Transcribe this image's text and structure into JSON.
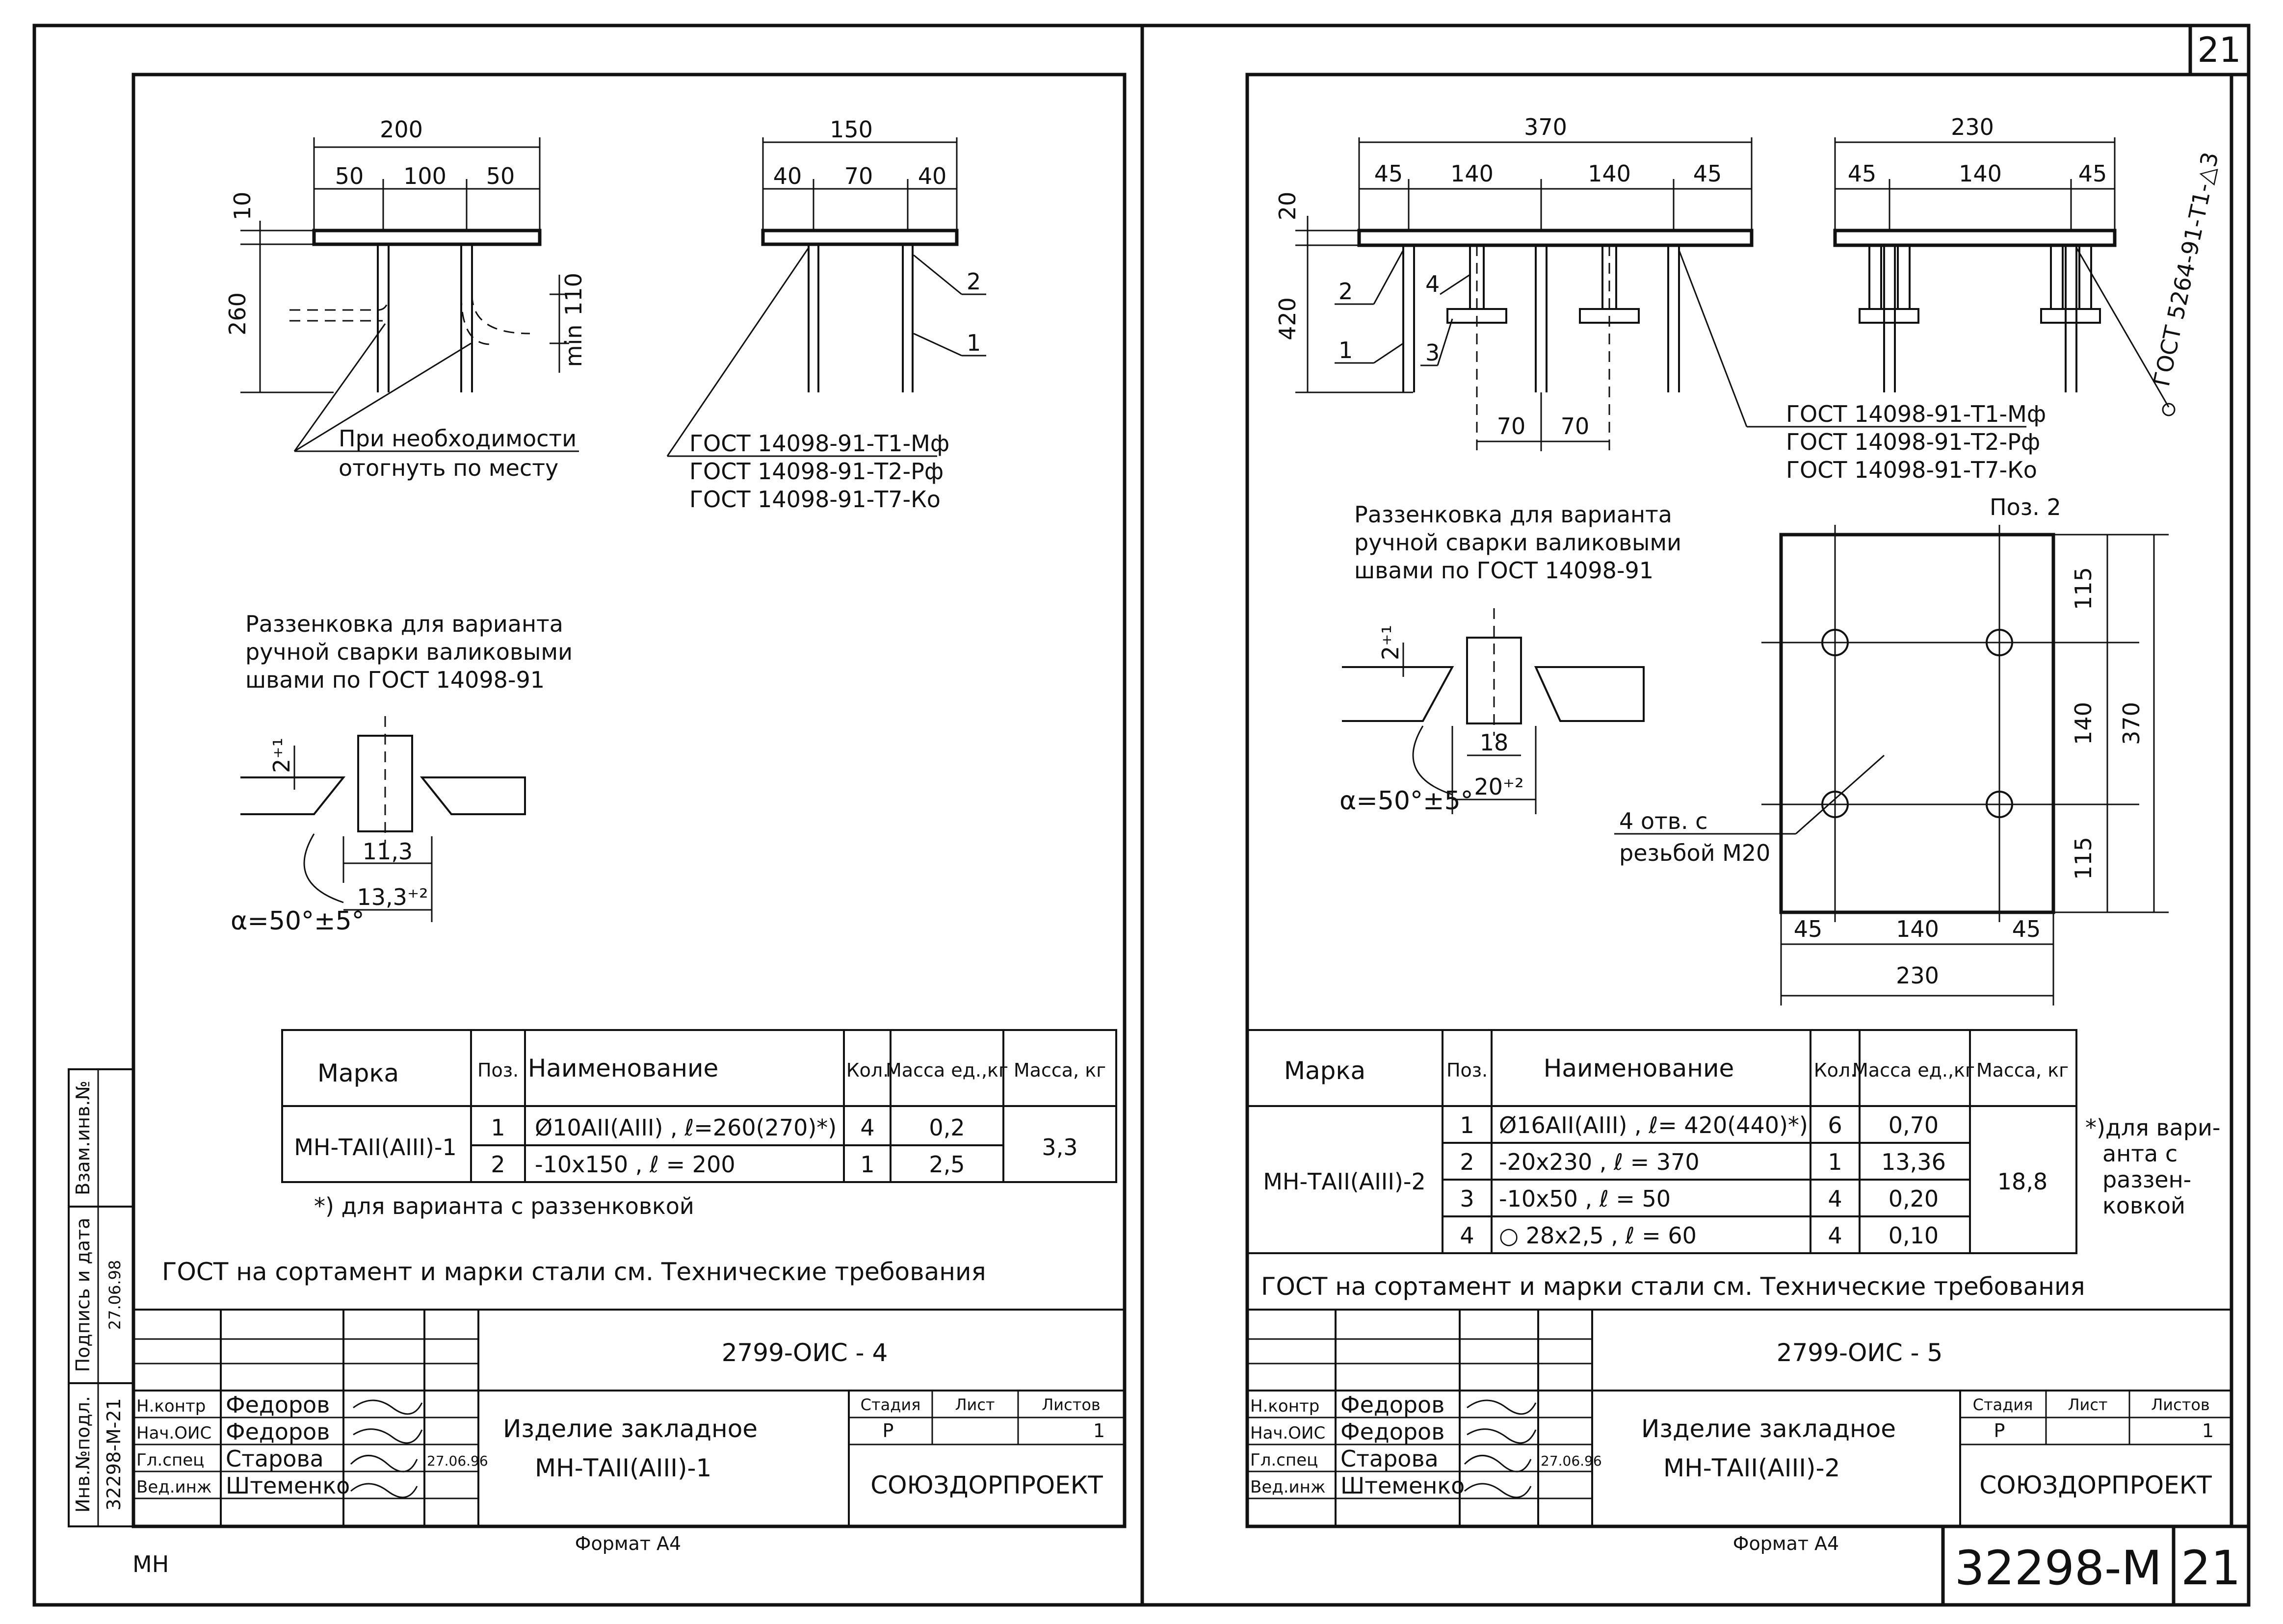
{
  "left": {
    "dims": {
      "total": "200",
      "d1": "50",
      "d2": "100",
      "d3": "50",
      "plate_t": "10",
      "height": "260",
      "min": "min",
      "min_v": "110"
    },
    "dims_side": {
      "total": "150",
      "d1": "40",
      "d2": "70",
      "d3": "40"
    },
    "pos_labels": {
      "p1": "1",
      "p2": "2"
    },
    "note_bend": [
      "При необходимости",
      "отогнуть по месту"
    ],
    "gost_weld": [
      "ГОСТ 14098-91-Т1-Мф",
      "ГОСТ 14098-91-Т2-Рф",
      "ГОСТ 14098-91-Т7-Ко"
    ],
    "razz_title": [
      "Раззенковка для варианта",
      "ручной сварки валиковыми",
      "швами по ГОСТ 14098-91"
    ],
    "detail": {
      "gap": "2⁺¹",
      "w1": "11,3",
      "w2": "13,3⁺²",
      "angle": "α=50°±5°"
    },
    "table": {
      "headers": [
        "Марка",
        "Поз.",
        "Наименование",
        "Кол.",
        "Масса ед.,кг",
        "Масса, кг"
      ],
      "mark": "МН-ТАII(АIII)-1",
      "total_mass": "3,3",
      "rows": [
        {
          "pos": "1",
          "name": "Ø10АII(АIII) , ℓ=260(270)*)",
          "qty": "4",
          "mass": "0,2"
        },
        {
          "pos": "2",
          "name": "-10x150 ,    ℓ = 200",
          "qty": "1",
          "mass": "2,5"
        }
      ]
    },
    "footnote": "*) для варианта с раззенковкой",
    "gost_note": "ГОСТ на сортамент и марки стали см. Технические требования",
    "stamp": {
      "code": "2799-ОИС - 4",
      "roles": [
        "Н.контр",
        "Нач.ОИС",
        "Гл.спец",
        "Вед.инж"
      ],
      "names": [
        "Федоров",
        "Федоров",
        "Старова",
        "Штеменко"
      ],
      "date": "27.06.96",
      "title1": "Изделие закладное",
      "title2": "МН-ТАII(АIII)-1",
      "stage_h": "Стадия",
      "sheet_h": "Лист",
      "sheets_h": "Листов",
      "stage": "Р",
      "sheets": "1",
      "org": "СОЮЗДОРПРОЕКТ",
      "format": "Формат А4"
    },
    "side_stamp": {
      "inv": "Взам.инв.№",
      "sign": "Подпись и дата",
      "date": "27.06.98",
      "orig": "Инв.№подл.",
      "orig_v": "32298-М-21"
    },
    "corner": "МН"
  },
  "right": {
    "dims": {
      "total": "370",
      "d1": "45",
      "d2": "140",
      "d3": "140",
      "d4": "45",
      "plate_t": "20",
      "height": "420",
      "b1": "70",
      "b2": "70"
    },
    "dims_side": {
      "total": "230",
      "d1": "45",
      "d2": "140",
      "d3": "45"
    },
    "pos_labels": {
      "p1": "1",
      "p2": "2",
      "p3": "3",
      "p4": "4"
    },
    "gost_vertical": "ГОСТ 5264-91-Т1-△3",
    "gost_weld": [
      "ГОСТ 14098-91-Т1-Мф",
      "ГОСТ 14098-91-Т2-Рф",
      "ГОСТ 14098-91-Т7-Ко"
    ],
    "razz_title": [
      "Раззенковка для варианта",
      "ручной сварки валиковыми",
      "швами по ГОСТ 14098-91"
    ],
    "detail": {
      "gap": "2⁺¹",
      "w1": "18",
      "w2": "20⁺²",
      "angle": "α=50°±5°"
    },
    "pos2": {
      "title": "Поз. 2",
      "v1": "115",
      "v2": "140",
      "v3": "115",
      "vt": "370",
      "h1": "45",
      "h2": "140",
      "h3": "45",
      "ht": "230",
      "holes": [
        "4 отв. с",
        "резьбой М20"
      ]
    },
    "table": {
      "headers": [
        "Марка",
        "Поз.",
        "Наименование",
        "Кол.",
        "Масса ед.,кг",
        "Масса, кг"
      ],
      "mark": "МН-ТАII(АIII)-2",
      "total_mass": "18,8",
      "rows": [
        {
          "pos": "1",
          "name": "Ø16АII(АIII) , ℓ= 420(440)*)",
          "qty": "6",
          "mass": "0,70"
        },
        {
          "pos": "2",
          "name": "-20x230 ,    ℓ = 370",
          "qty": "1",
          "mass": "13,36"
        },
        {
          "pos": "3",
          "name": "-10x50 ,     ℓ = 50",
          "qty": "4",
          "mass": "0,20"
        },
        {
          "pos": "4",
          "name": "○ 28x2,5 ,   ℓ = 60",
          "qty": "4",
          "mass": "0,10"
        }
      ]
    },
    "footnote": [
      "*)для вари-",
      "анта с",
      "раззен-",
      "ковкой"
    ],
    "gost_note": "ГОСТ на сортамент и марки стали см. Технические требования",
    "stamp": {
      "code": "2799-ОИС - 5",
      "roles": [
        "Н.контр",
        "Нач.ОИС",
        "Гл.спец",
        "Вед.инж"
      ],
      "names": [
        "Федоров",
        "Федоров",
        "Старова",
        "Штеменко"
      ],
      "date": "27.06.96",
      "title1": "Изделие закладное",
      "title2": "МН-ТАII(АIII)-2",
      "stage_h": "Стадия",
      "sheet_h": "Лист",
      "sheets_h": "Листов",
      "stage": "Р",
      "sheets": "1",
      "org": "СОЮЗДОРПРОЕКТ",
      "format": "Формат А4"
    }
  },
  "sheet_number": "21",
  "doc_code": "32298-М",
  "doc_sheet": "21"
}
